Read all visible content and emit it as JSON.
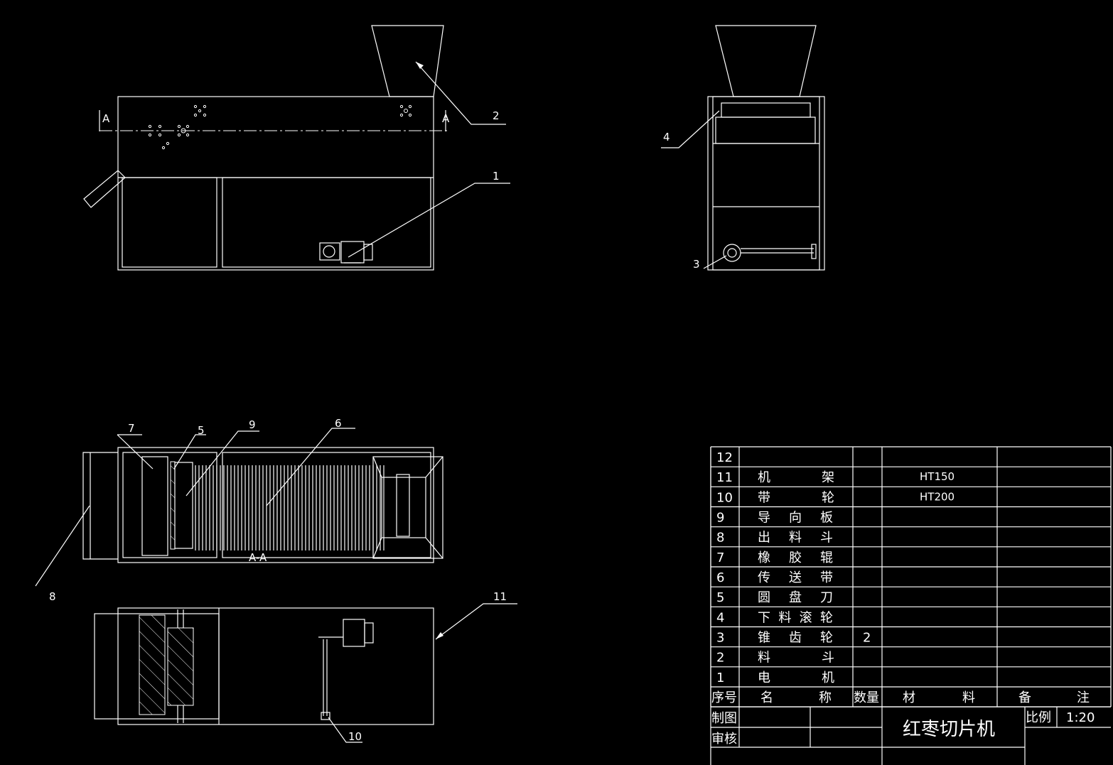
{
  "drawing": {
    "section_label": "A",
    "section_view_label": "A-A",
    "callouts": [
      "1",
      "2",
      "3",
      "4",
      "5",
      "6",
      "7",
      "8",
      "9",
      "10",
      "11"
    ]
  },
  "parts_list": {
    "header": {
      "no": "序号",
      "name": "名称",
      "qty": "数量",
      "material": "材料",
      "remark": "备注"
    },
    "rows": [
      {
        "no": "12",
        "name": "",
        "qty": "",
        "material": ""
      },
      {
        "no": "11",
        "name": "机架",
        "qty": "",
        "material": "HT150"
      },
      {
        "no": "10",
        "name": "带轮",
        "qty": "",
        "material": "HT200"
      },
      {
        "no": "9",
        "name": "导向板",
        "qty": "",
        "material": ""
      },
      {
        "no": "8",
        "name": "出料斗",
        "qty": "",
        "material": ""
      },
      {
        "no": "7",
        "name": "橡胶辊",
        "qty": "",
        "material": ""
      },
      {
        "no": "6",
        "name": "传送带",
        "qty": "",
        "material": ""
      },
      {
        "no": "5",
        "name": "圆盘刀",
        "qty": "",
        "material": ""
      },
      {
        "no": "4",
        "name": "下料滚轮",
        "qty": "",
        "material": ""
      },
      {
        "no": "3",
        "name": "锥齿轮",
        "qty": "2",
        "material": ""
      },
      {
        "no": "2",
        "name": "料斗",
        "qty": "",
        "material": ""
      },
      {
        "no": "1",
        "name": "电机",
        "qty": "",
        "material": ""
      }
    ]
  },
  "title_block": {
    "drawn_label": "制图",
    "checked_label": "审核",
    "title": "红枣切片机",
    "scale_label": "比例",
    "scale_value": "1:20"
  }
}
